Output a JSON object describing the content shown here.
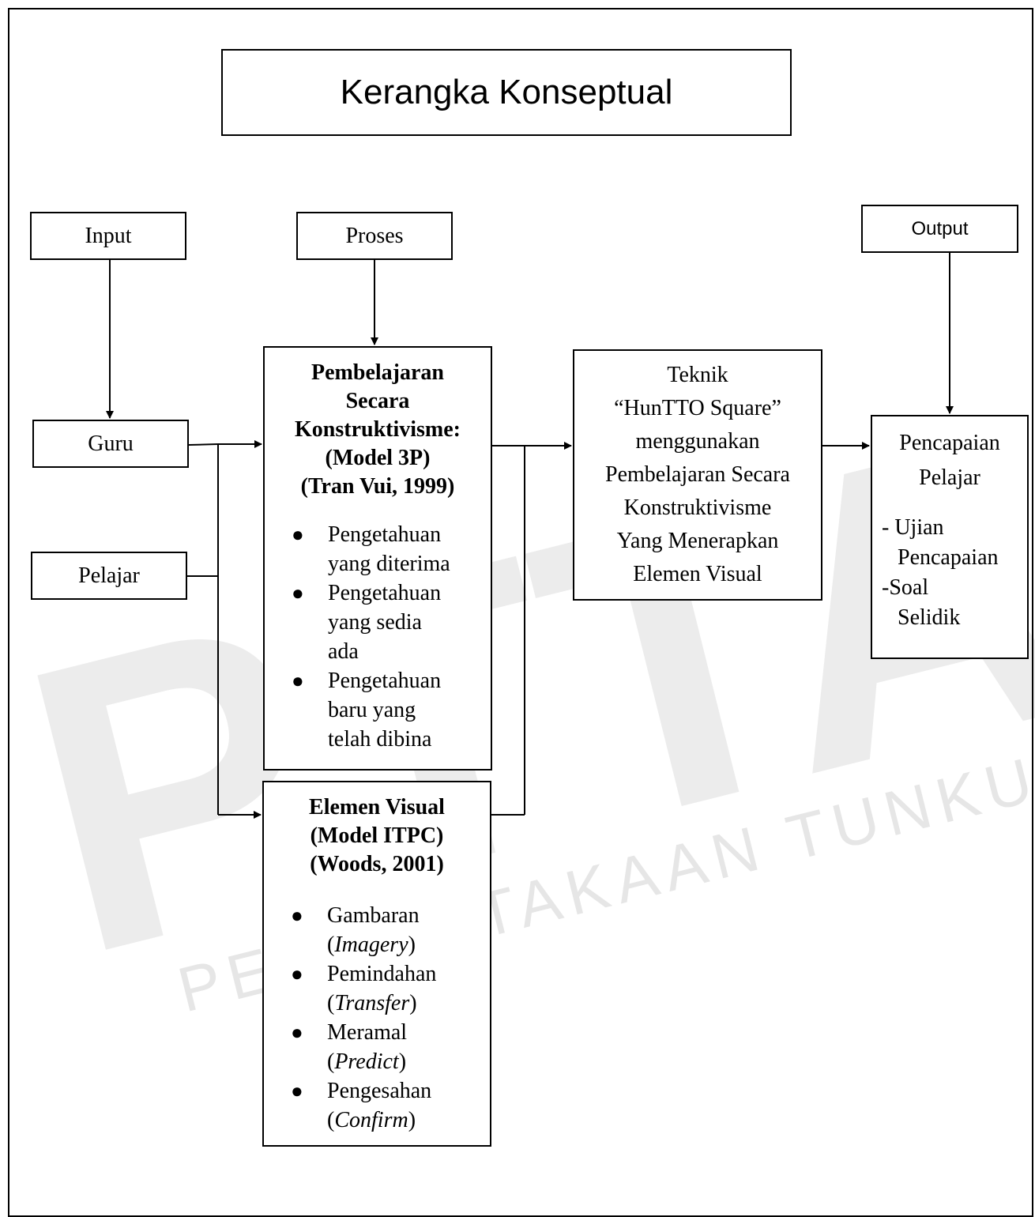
{
  "title": "Kerangka Konseptual",
  "labels": {
    "input": "Input",
    "proses": "Proses",
    "output": "Output",
    "guru": "Guru",
    "pelajar": "Pelajar"
  },
  "konstruktivisme": {
    "heading": [
      "Pembelajaran",
      "Secara",
      "Konstruktivisme:",
      "(Model 3P)",
      "(Tran Vui, 1999)"
    ],
    "bullets": [
      [
        "Pengetahuan",
        "yang diterima"
      ],
      [
        "Pengetahuan",
        "yang sedia",
        "ada"
      ],
      [
        "Pengetahuan",
        "baru yang",
        "telah dibina"
      ]
    ]
  },
  "elemen_visual": {
    "heading": [
      "Elemen Visual",
      "(Model ITPC)",
      "(Woods, 2001)"
    ],
    "bullets": [
      {
        "word": "Gambaran",
        "term": "Imagery"
      },
      {
        "word": "Pemindahan",
        "term": "Transfer"
      },
      {
        "word": "Meramal",
        "term": "Predict"
      },
      {
        "word": "Pengesahan",
        "term": "Confirm"
      }
    ]
  },
  "teknik": [
    "Teknik",
    "“HunTTO Square”",
    "menggunakan",
    "Pembelajaran Secara",
    "Konstruktivisme",
    "Yang Menerapkan",
    "Elemen Visual"
  ],
  "pencapaian": {
    "heading": [
      "Pencapaian",
      "Pelajar"
    ],
    "items": [
      "- Ujian",
      "Pencapaian",
      "-Soal",
      "Selidik"
    ]
  },
  "watermark": {
    "big": "PTTA UTHM",
    "arc": "PERPUSTAKAAN TUNKU TUN AMINAH"
  },
  "colors": {
    "line": "#000000",
    "watermark": "#e6e6e6"
  }
}
